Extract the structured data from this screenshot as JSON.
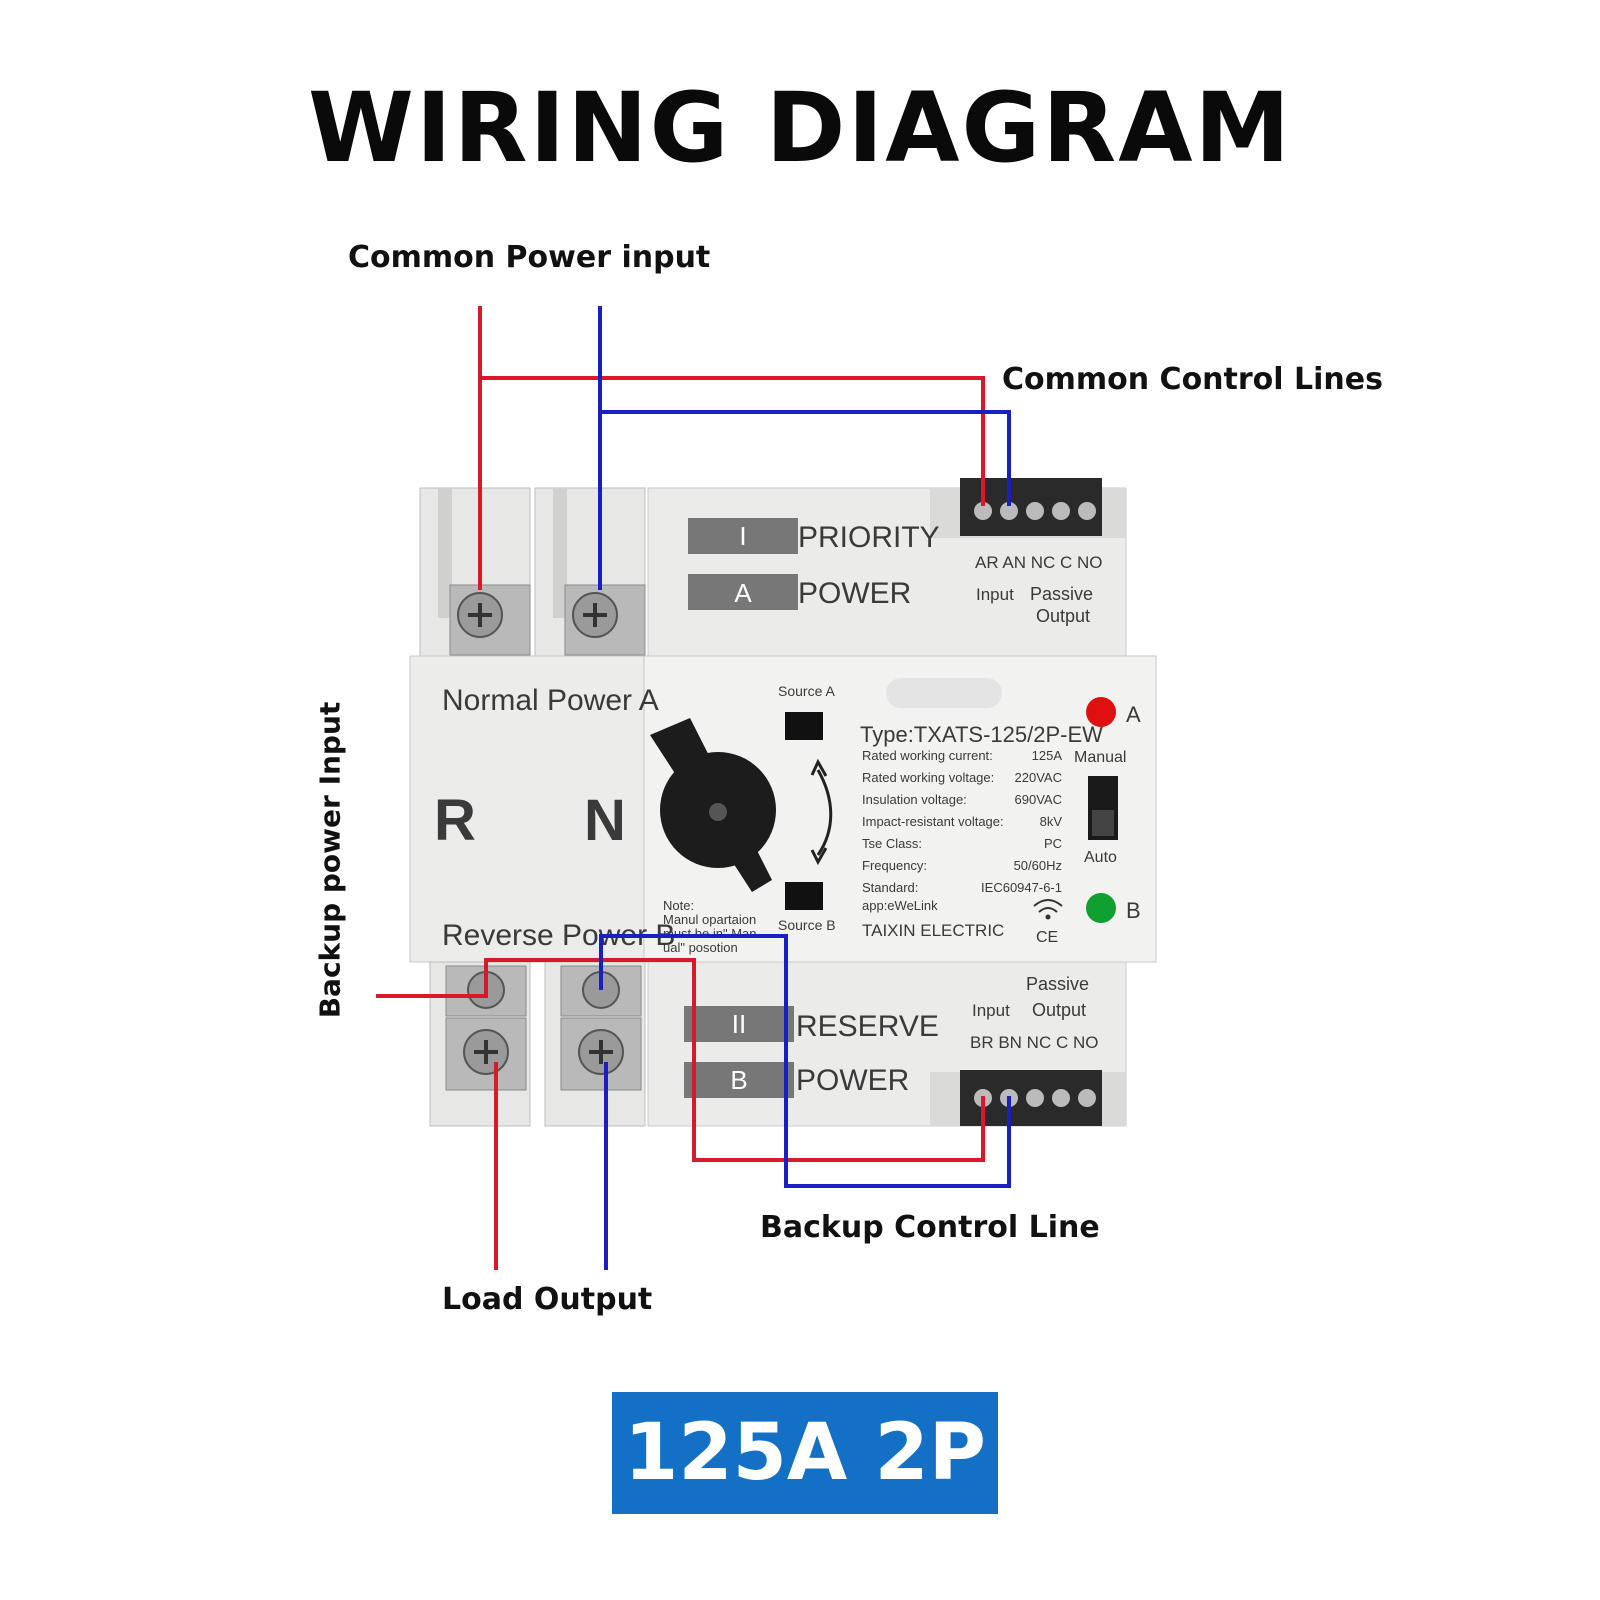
{
  "title": "WIRING DIAGRAM",
  "labels": {
    "common_power_input": "Common Power input",
    "common_control_lines": "Common Control Lines",
    "backup_power_input": "Backup power Input",
    "backup_control_line": "Backup Control Line",
    "load_output": "Load Output"
  },
  "badge": "125A 2P",
  "device": {
    "priority_block": {
      "tag_top": "I",
      "tag_bottom": "A",
      "text_top": "PRIORITY",
      "text_bottom": "POWER"
    },
    "reserve_block": {
      "tag_top": "II",
      "tag_bottom": "B",
      "text_top": "RESERVE",
      "text_bottom": "POWER"
    },
    "top_terminals": {
      "pins": "AR  AN  NC  C  NO",
      "input": "Input",
      "passive": "Passive",
      "output": "Output"
    },
    "bottom_terminals": {
      "passive": "Passive",
      "input": "Input",
      "output": "Output",
      "pins": "BR  BN  NC  C  NO"
    },
    "normal_power": "Normal Power A",
    "reverse_power": "Reverse Power B",
    "r_letter": "R",
    "n_letter": "N",
    "source_a": "Source  A",
    "source_b": "Source  B",
    "note": [
      "Note:",
      "Manul opartaion",
      "must be in\" Man-",
      "ual\"   posotion"
    ],
    "type": "Type:TXATS-125/2P-EW",
    "specs": [
      {
        "k": "Rated working current:",
        "v": "125A"
      },
      {
        "k": "Rated working voltage:",
        "v": "220VAC"
      },
      {
        "k": "Insulation voltage:",
        "v": "690VAC"
      },
      {
        "k": "Impact-resistant voltage:",
        "v": "8kV"
      },
      {
        "k": "Tse Class:",
        "v": "PC"
      },
      {
        "k": "Frequency:",
        "v": "50/60Hz"
      },
      {
        "k": "Standard:",
        "v": "IEC60947-6-1"
      }
    ],
    "app": "app:eWeLink",
    "brand": "TAIXIN ELECTRIC",
    "ce": "CE",
    "indicator_a": "A",
    "indicator_b": "B",
    "manual": "Manual",
    "auto": "Auto"
  },
  "colors": {
    "live_wire": "#d7192a",
    "neutral_wire": "#1a1fc2",
    "badge": "#1470c4",
    "led_a": "#e01010",
    "led_b": "#10a030"
  }
}
